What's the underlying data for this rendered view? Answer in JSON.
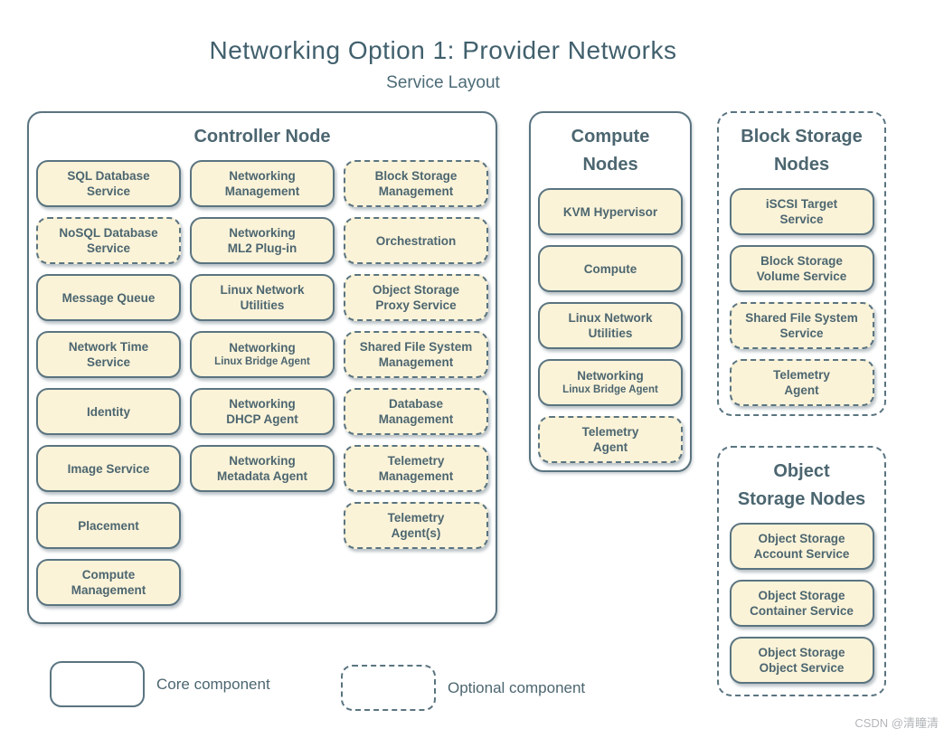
{
  "page": {
    "title": "Networking Option 1: Provider Networks",
    "subtitle": "Service Layout",
    "watermark": "CSDN @清瞳清"
  },
  "colors": {
    "background": "#ffffff",
    "text": "#4c6670",
    "border": "#5a7480",
    "component_fill": "#fbf3d8",
    "watermark": "#b3b6b9"
  },
  "legend": [
    {
      "label": "Core component",
      "style": "solid"
    },
    {
      "label": "Optional component",
      "style": "dashed"
    }
  ],
  "nodes": [
    {
      "id": "controller",
      "title_lines": [
        "Controller Node"
      ],
      "border": "solid",
      "columns": [
        [
          {
            "lines": [
              "SQL Database",
              "Service"
            ],
            "style": "solid"
          },
          {
            "lines": [
              "NoSQL Database",
              "Service"
            ],
            "style": "dashed"
          },
          {
            "lines": [
              "Message Queue"
            ],
            "style": "solid"
          },
          {
            "lines": [
              "Network Time",
              "Service"
            ],
            "style": "solid"
          },
          {
            "lines": [
              "Identity"
            ],
            "style": "solid"
          },
          {
            "lines": [
              "Image Service"
            ],
            "style": "solid"
          },
          {
            "lines": [
              "Placement"
            ],
            "style": "solid"
          },
          {
            "lines": [
              "Compute",
              "Management"
            ],
            "style": "solid"
          }
        ],
        [
          {
            "lines": [
              "Networking",
              "Management"
            ],
            "style": "solid"
          },
          {
            "lines": [
              "Networking",
              "ML2 Plug-in"
            ],
            "style": "solid"
          },
          {
            "lines": [
              "Linux Network",
              "Utilities"
            ],
            "style": "solid"
          },
          {
            "lines": [
              "Networking"
            ],
            "sub": "Linux Bridge Agent",
            "style": "solid"
          },
          {
            "lines": [
              "Networking",
              "DHCP Agent"
            ],
            "style": "solid"
          },
          {
            "lines": [
              "Networking",
              "Metadata Agent"
            ],
            "style": "solid"
          }
        ],
        [
          {
            "lines": [
              "Block Storage",
              "Management"
            ],
            "style": "dashed"
          },
          {
            "lines": [
              "Orchestration"
            ],
            "style": "dashed"
          },
          {
            "lines": [
              "Object Storage",
              "Proxy Service"
            ],
            "style": "dashed"
          },
          {
            "lines": [
              "Shared File System",
              "Management"
            ],
            "style": "dashed"
          },
          {
            "lines": [
              "Database",
              "Management"
            ],
            "style": "dashed"
          },
          {
            "lines": [
              "Telemetry",
              "Management"
            ],
            "style": "dashed"
          },
          {
            "lines": [
              "Telemetry",
              "Agent(s)"
            ],
            "style": "dashed"
          }
        ]
      ]
    },
    {
      "id": "compute",
      "title_lines": [
        "Compute",
        "Nodes"
      ],
      "border": "solid",
      "columns": [
        [
          {
            "lines": [
              "KVM Hypervisor"
            ],
            "style": "solid"
          },
          {
            "lines": [
              "Compute"
            ],
            "style": "solid"
          },
          {
            "lines": [
              "Linux Network",
              "Utilities"
            ],
            "style": "solid"
          },
          {
            "lines": [
              "Networking"
            ],
            "sub": "Linux Bridge Agent",
            "style": "solid"
          },
          {
            "lines": [
              "Telemetry",
              "Agent"
            ],
            "style": "dashed"
          }
        ]
      ]
    },
    {
      "id": "blockstorage",
      "title_lines": [
        "Block Storage",
        "Nodes"
      ],
      "border": "dashed",
      "columns": [
        [
          {
            "lines": [
              "iSCSI Target",
              "Service"
            ],
            "style": "solid"
          },
          {
            "lines": [
              "Block Storage",
              "Volume Service"
            ],
            "style": "solid"
          },
          {
            "lines": [
              "Shared File System",
              "Service"
            ],
            "style": "dashed"
          },
          {
            "lines": [
              "Telemetry",
              "Agent"
            ],
            "style": "dashed"
          }
        ]
      ]
    },
    {
      "id": "objectstorage",
      "title_lines": [
        "Object",
        "Storage Nodes"
      ],
      "border": "dashed",
      "columns": [
        [
          {
            "lines": [
              "Object Storage",
              "Account Service"
            ],
            "style": "solid"
          },
          {
            "lines": [
              "Object Storage",
              "Container Service"
            ],
            "style": "solid"
          },
          {
            "lines": [
              "Object Storage",
              "Object Service"
            ],
            "style": "solid"
          }
        ]
      ]
    }
  ]
}
